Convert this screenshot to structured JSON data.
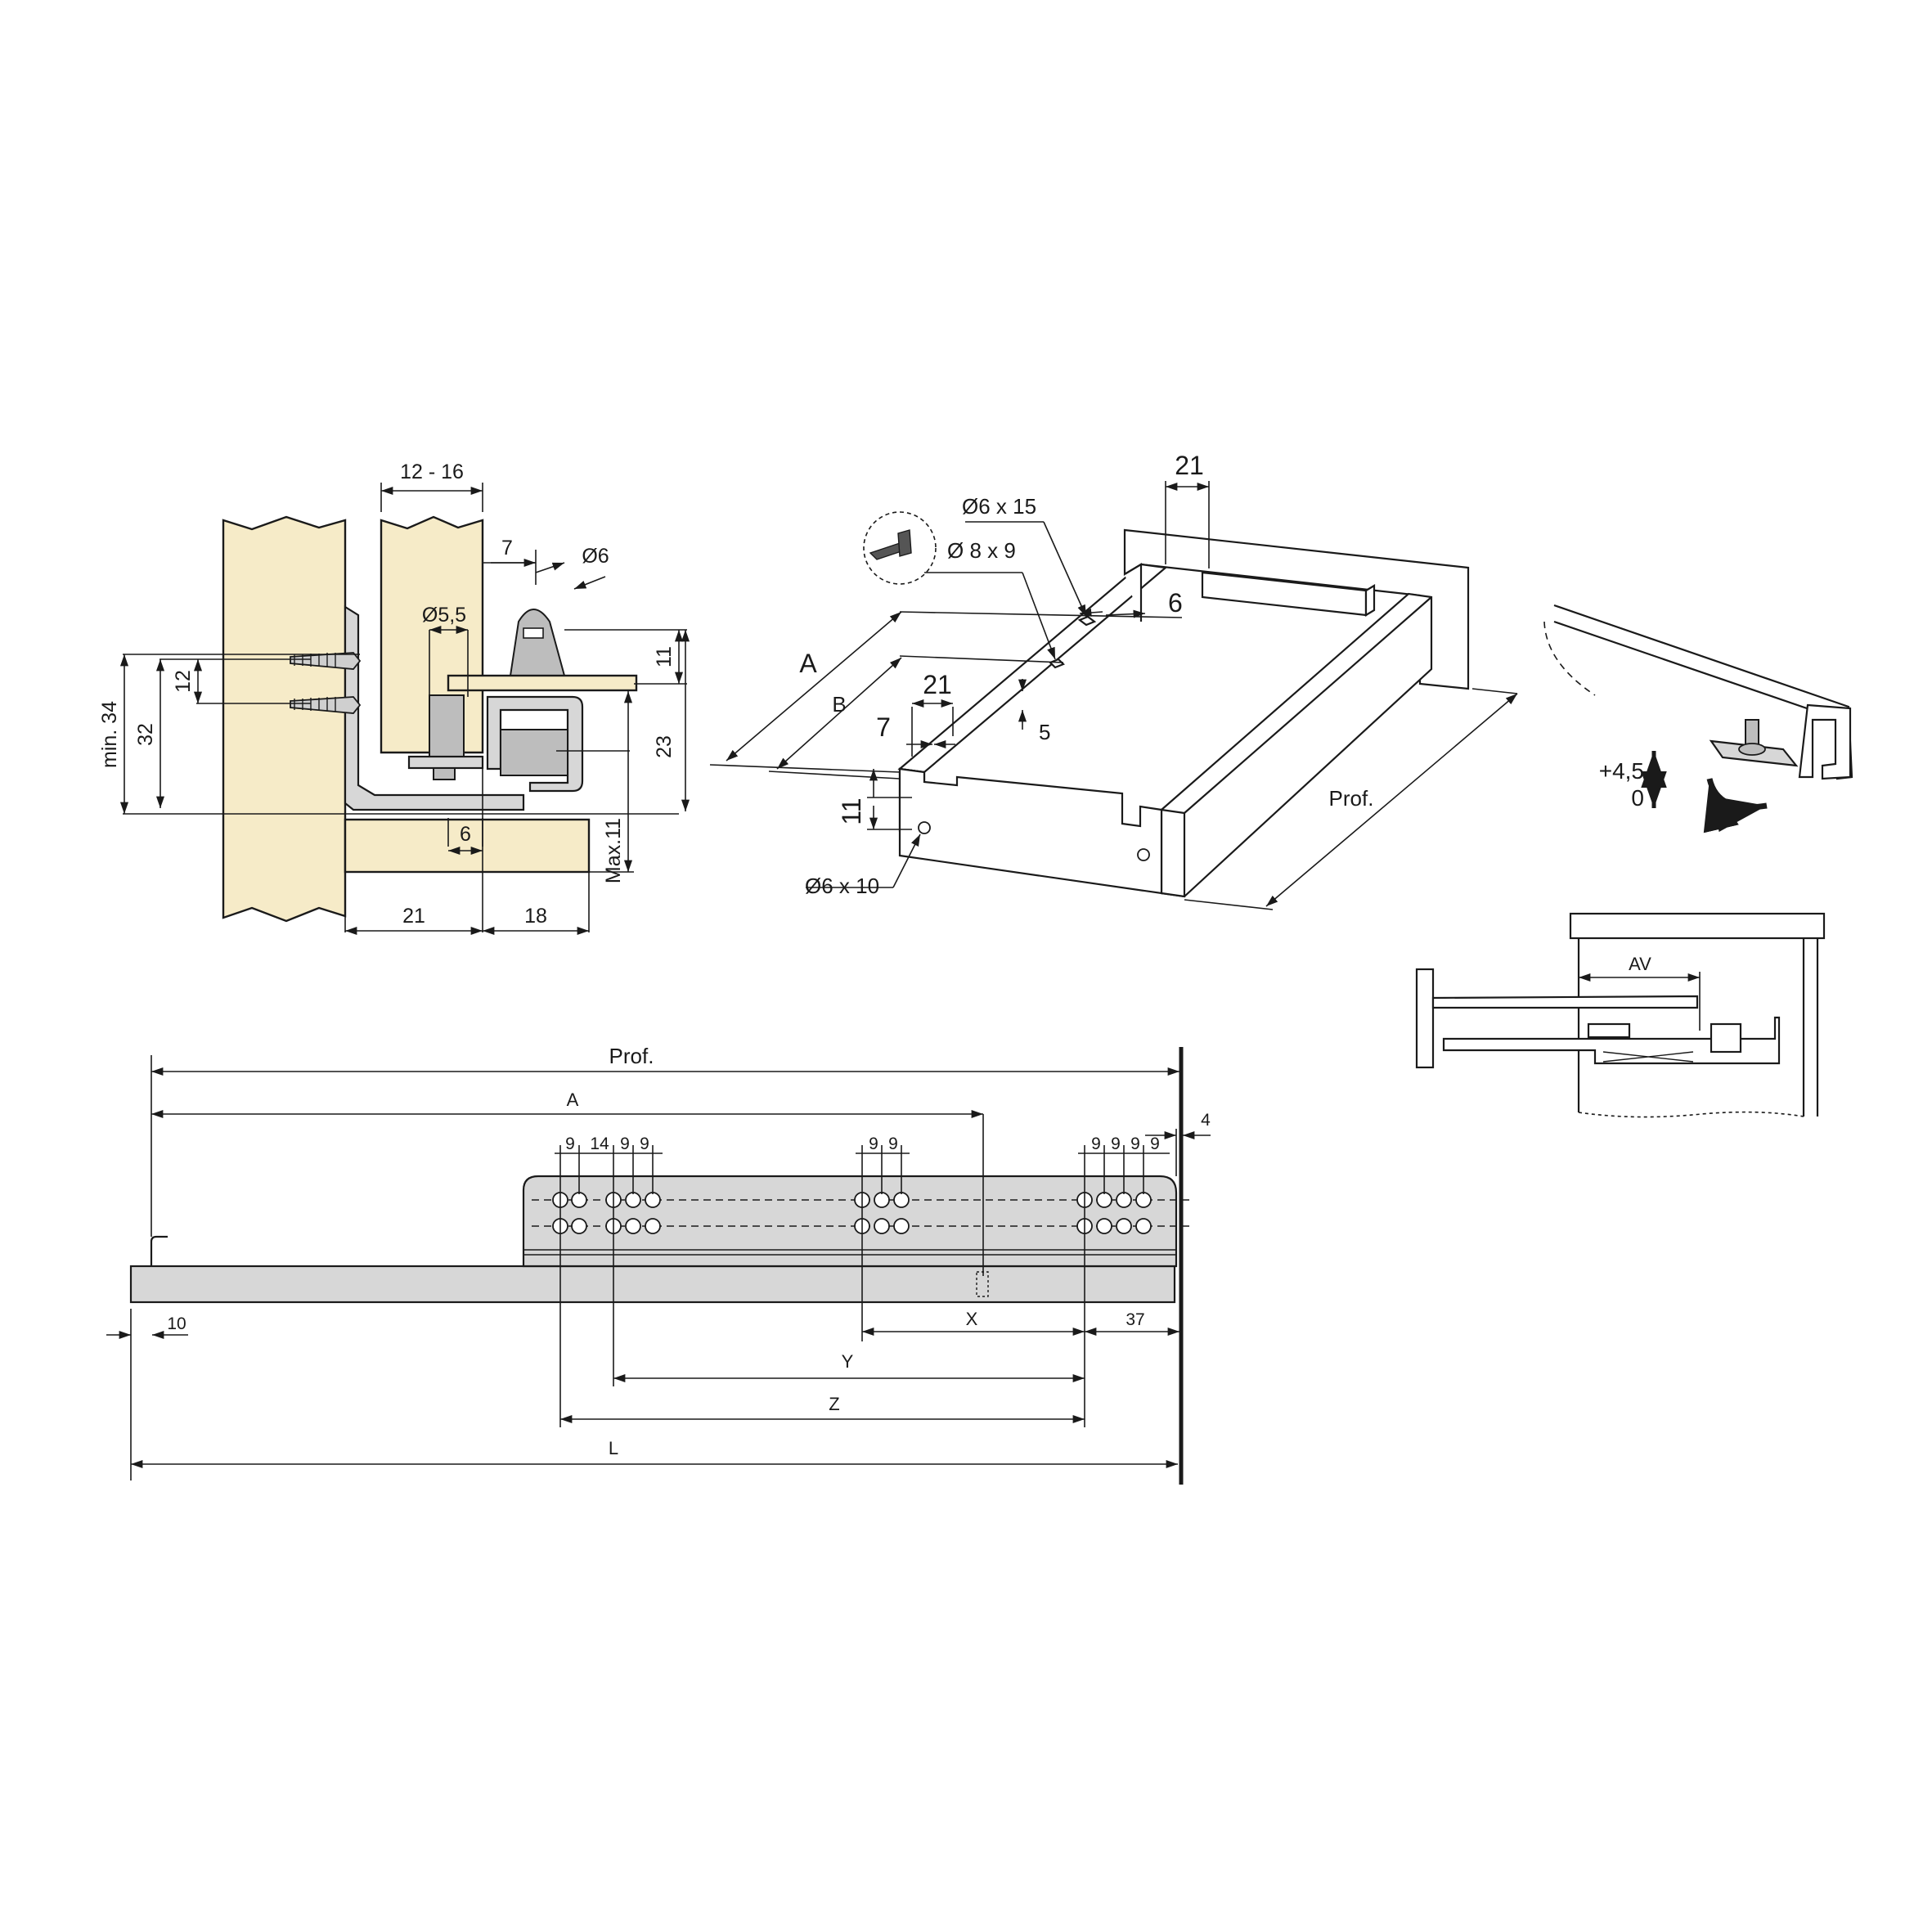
{
  "section_view": {
    "labels": {
      "wood_thickness": "12 - 16",
      "dim_7": "7",
      "pin_dia": "Ø6",
      "screw_dia": "Ø5,5",
      "min34": "min. 34",
      "d32": "32",
      "d12": "12",
      "d11": "11",
      "d23": "23",
      "d6": "6",
      "max11": "Max.11",
      "d21": "21",
      "d18": "18"
    }
  },
  "drawer_view": {
    "labels": {
      "d21_top": "21",
      "hole_15": "Ø6 x 15",
      "hole_9": "Ø 8 x 9",
      "d6": "6",
      "A": "A",
      "B": "B",
      "d21": "21",
      "d7": "7",
      "d5": "5",
      "d11": "11",
      "hole_10": "Ø6 x 10",
      "prof": "Prof."
    }
  },
  "adjust_view": {
    "labels": {
      "plus": "+4,5",
      "zero": "0"
    }
  },
  "av_view": {
    "labels": {
      "av": "AV"
    }
  },
  "side_view": {
    "labels": {
      "prof": "Prof.",
      "A": "A",
      "d9a": "9",
      "d14": "14",
      "d9b": "9",
      "d9c": "9",
      "d9d": "9",
      "d9e": "9",
      "d9f": "9",
      "d9g": "9",
      "d9h": "9",
      "d9i": "9",
      "d4": "4",
      "d10": "10",
      "X": "X",
      "d37": "37",
      "Y": "Y",
      "Z": "Z",
      "L": "L"
    }
  }
}
